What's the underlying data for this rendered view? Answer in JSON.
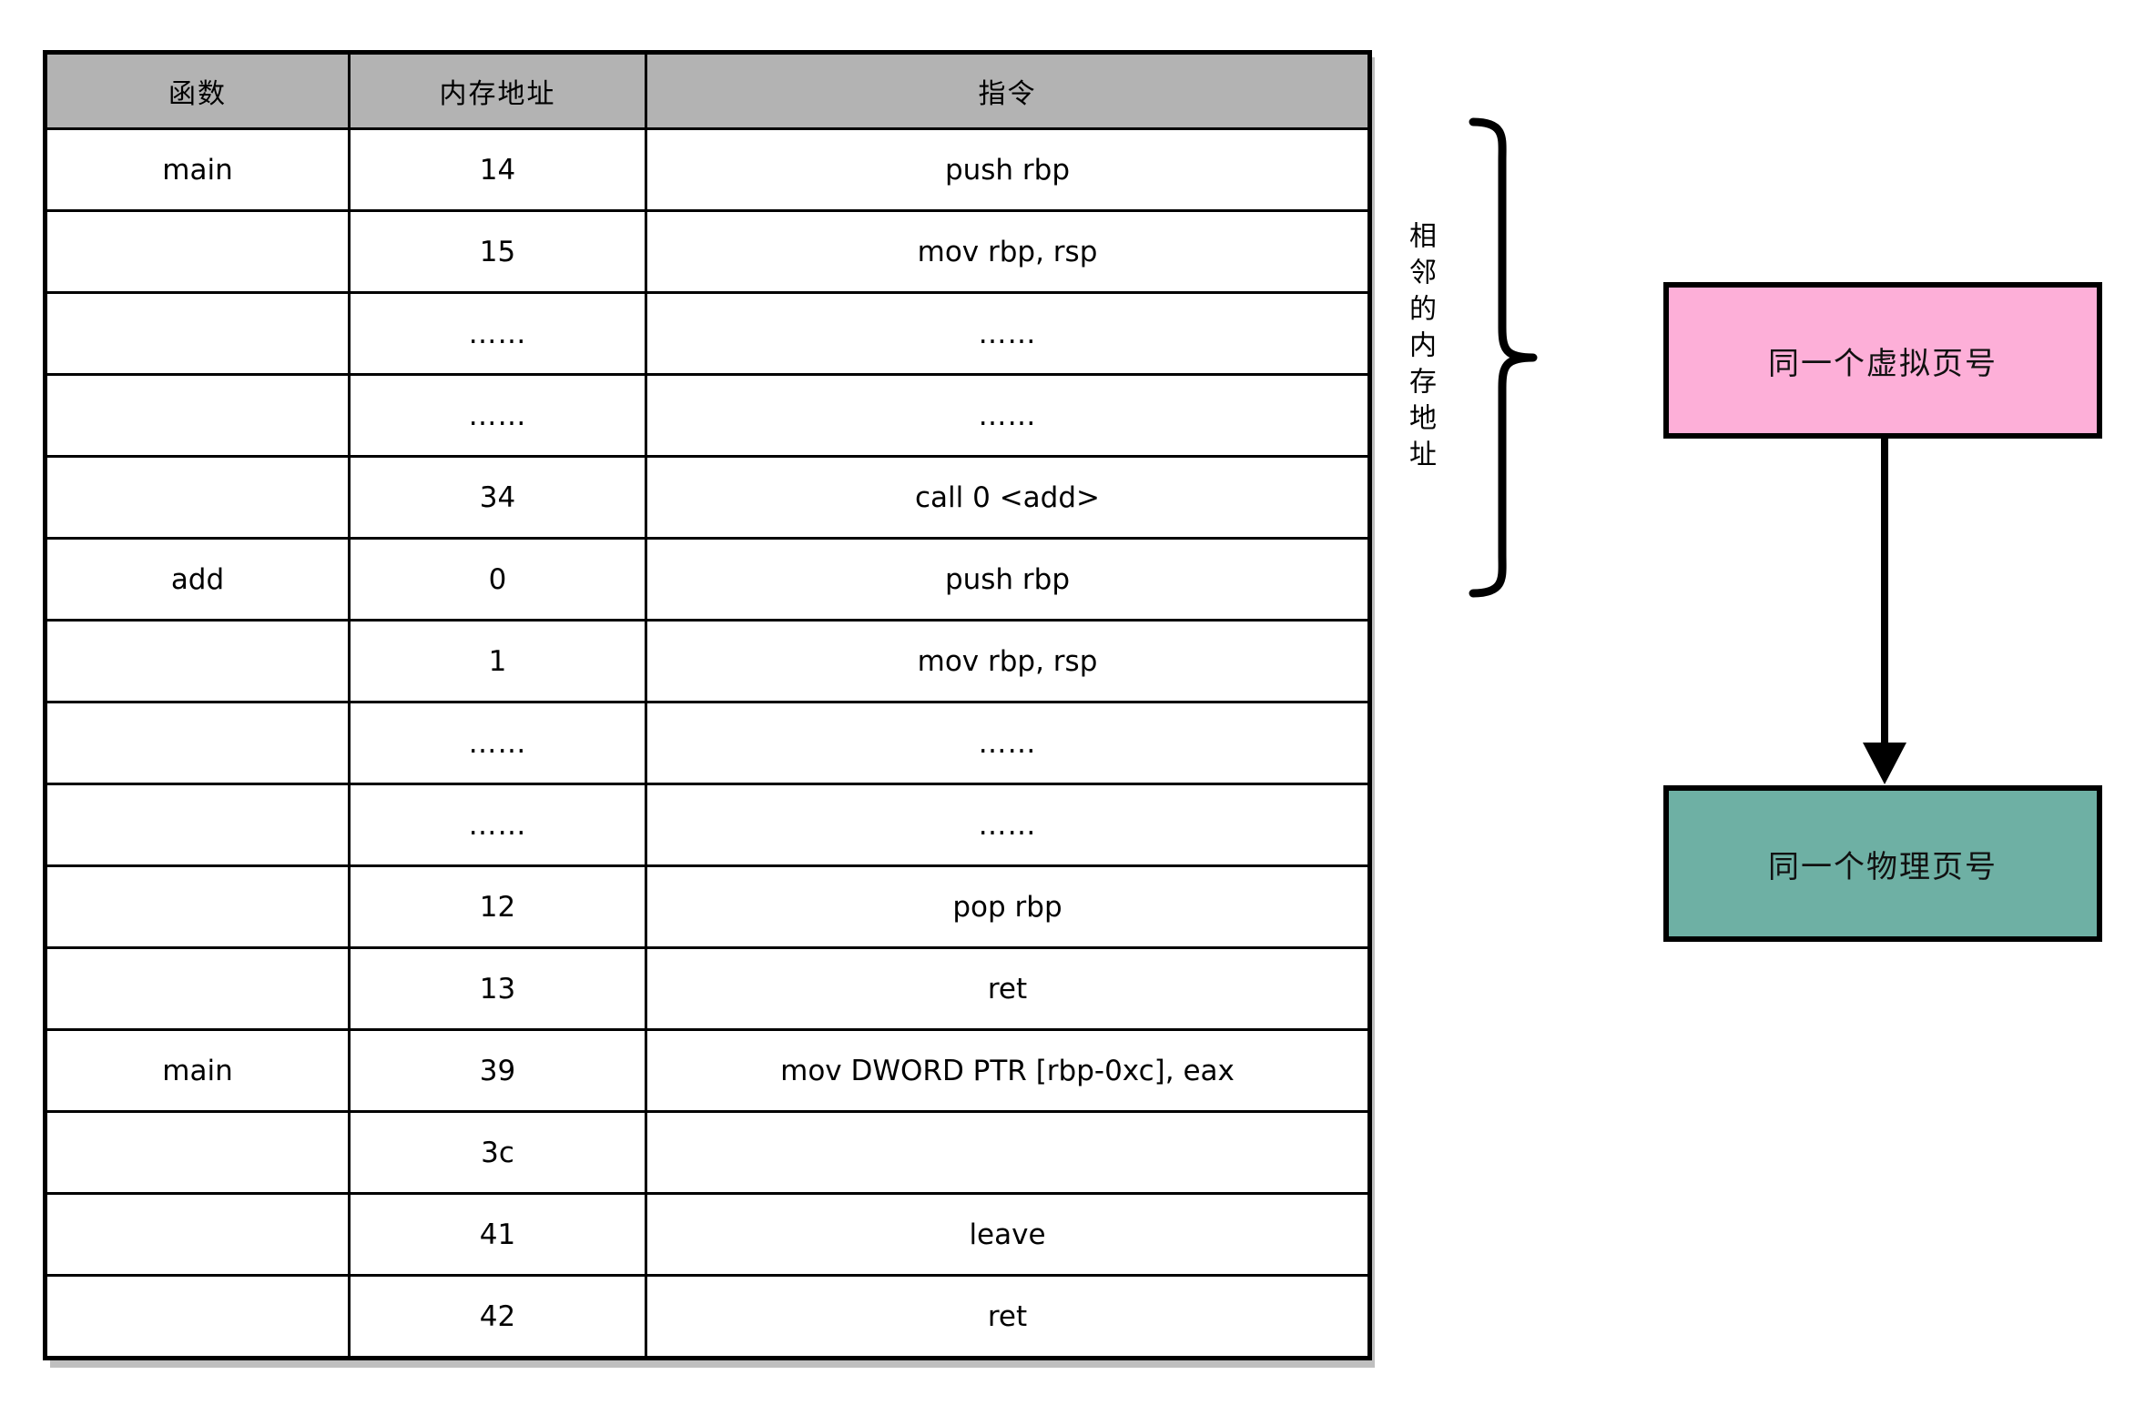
{
  "table": {
    "headers": [
      "函数",
      "内存地址",
      "指令"
    ],
    "rows": [
      {
        "func": "main",
        "addr": "14",
        "ins": "push rbp"
      },
      {
        "func": "",
        "addr": "15",
        "ins": "mov  rbp,  rsp"
      },
      {
        "func": "",
        "addr": "……",
        "ins": "……"
      },
      {
        "func": "",
        "addr": "……",
        "ins": "……"
      },
      {
        "func": "",
        "addr": "34",
        "ins": "call 0 <add>"
      },
      {
        "func": "add",
        "addr": "0",
        "ins": "push rbp"
      },
      {
        "func": "",
        "addr": "1",
        "ins": "mov  rbp,  rsp"
      },
      {
        "func": "",
        "addr": "……",
        "ins": "……"
      },
      {
        "func": "",
        "addr": "……",
        "ins": "……"
      },
      {
        "func": "",
        "addr": "12",
        "ins": "pop rbp"
      },
      {
        "func": "",
        "addr": "13",
        "ins": "ret"
      },
      {
        "func": "main",
        "addr": "39",
        "ins": "mov DWORD PTR [rbp-0xc],  eax"
      },
      {
        "func": "",
        "addr": "3c",
        "ins": ""
      },
      {
        "func": "",
        "addr": "41",
        "ins": "leave"
      },
      {
        "func": "",
        "addr": "42",
        "ins": "ret"
      }
    ]
  },
  "annotation": {
    "brace_label": "相邻的内存地址"
  },
  "boxes": {
    "virtual_page": {
      "label": "同一个虚拟页号",
      "fill": "#FDAFD8"
    },
    "physical_page": {
      "label": "同一个物理页号",
      "fill": "#6EB0A4"
    }
  },
  "colors": {
    "header_fill": "#B3B3B3",
    "border": "#000000",
    "shadow": "#BFBFBF"
  }
}
